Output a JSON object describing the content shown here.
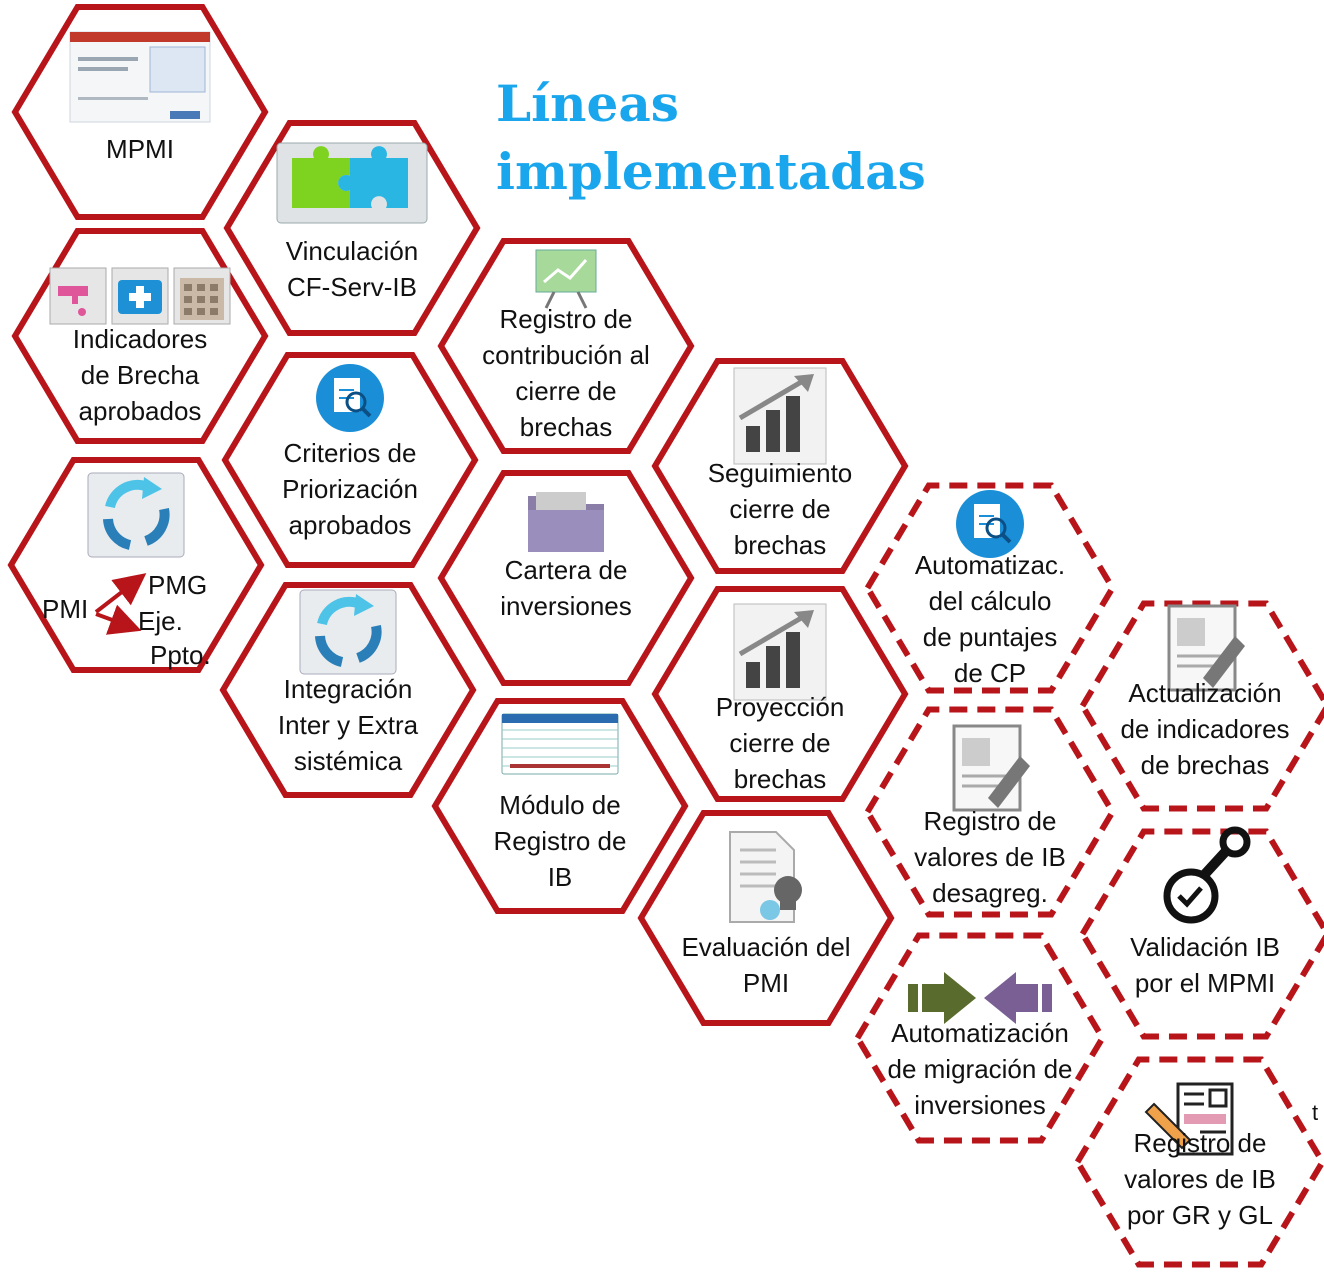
{
  "title": [
    "Líneas",
    "implementadas"
  ],
  "colors": {
    "hex_border": "#b8151b",
    "title": "#1aa6ec"
  },
  "hexagons": [
    {
      "id": "mpmi",
      "style": "solid",
      "icon": "screenshot-thumbnail-icon",
      "lines": [
        "MPMI"
      ]
    },
    {
      "id": "vinculacion",
      "style": "solid",
      "icon": "puzzle-icon",
      "lines": [
        "Vinculación",
        "CF-Serv-IB"
      ]
    },
    {
      "id": "indicadores",
      "style": "solid",
      "icon": "water-health-building-icons",
      "lines": [
        "Indicadores",
        "de Brecha",
        "aprobados"
      ]
    },
    {
      "id": "registro-contribucion",
      "style": "solid",
      "icon": "presentation-chart-icon",
      "lines": [
        "Registro de",
        "contribución al",
        "cierre de",
        "brechas"
      ]
    },
    {
      "id": "criterios",
      "style": "solid",
      "icon": "document-magnifier-icon",
      "lines": [
        "Criterios de",
        "Priorización",
        "aprobados"
      ]
    },
    {
      "id": "seguimiento",
      "style": "solid",
      "icon": "bar-chart-up-icon",
      "lines": [
        "Seguimiento",
        "cierre de",
        "brechas"
      ]
    },
    {
      "id": "pmi",
      "style": "solid",
      "icon": "cycle-arrows-icon",
      "lines": [],
      "extra": {
        "pmi": "PMI",
        "pmg": "PMG",
        "eje": "Eje.",
        "ppto": "Ppto."
      }
    },
    {
      "id": "cartera",
      "style": "solid",
      "icon": "folder-icon",
      "lines": [
        "Cartera de",
        "inversiones"
      ]
    },
    {
      "id": "automatizac",
      "style": "dashed",
      "icon": "document-magnifier-icon",
      "lines": [
        "Automatizac.",
        "del cálculo",
        "de puntajes",
        "de CP"
      ]
    },
    {
      "id": "integracion",
      "style": "solid",
      "icon": "cycle-arrows-icon",
      "lines": [
        "Integración",
        "Inter y Extra",
        "sistémica"
      ]
    },
    {
      "id": "proyeccion",
      "style": "solid",
      "icon": "bar-chart-up-icon",
      "lines": [
        "Proyección",
        "cierre de",
        "brechas"
      ]
    },
    {
      "id": "actualizacion",
      "style": "dashed",
      "icon": "document-pencil-icon",
      "lines": [
        "Actualización",
        "de indicadores",
        "de brechas"
      ]
    },
    {
      "id": "modulo",
      "style": "solid",
      "icon": "spreadsheet-icon",
      "lines": [
        "Módulo de",
        "Registro de",
        "IB"
      ]
    },
    {
      "id": "registro-valores",
      "style": "dashed",
      "icon": "document-pencil-icon",
      "lines": [
        "Registro de",
        "valores de IB",
        "desagreg."
      ]
    },
    {
      "id": "evaluacion",
      "style": "solid",
      "icon": "document-stamp-icon",
      "lines": [
        "Evaluación del",
        "PMI"
      ]
    },
    {
      "id": "validacion",
      "style": "dashed",
      "icon": "stamp-check-icon",
      "lines": [
        "Validación IB",
        "por el MPMI"
      ]
    },
    {
      "id": "migracion",
      "style": "dashed",
      "icon": "migration-arrows-icon",
      "lines": [
        "Automatización",
        "de migración de",
        "inversiones"
      ]
    },
    {
      "id": "registro-gr-gl",
      "style": "dashed",
      "icon": "form-pencil-icon",
      "lines": [
        "Registro de",
        "valores de IB",
        "por GR y GL"
      ]
    }
  ],
  "truncated_text": "t"
}
